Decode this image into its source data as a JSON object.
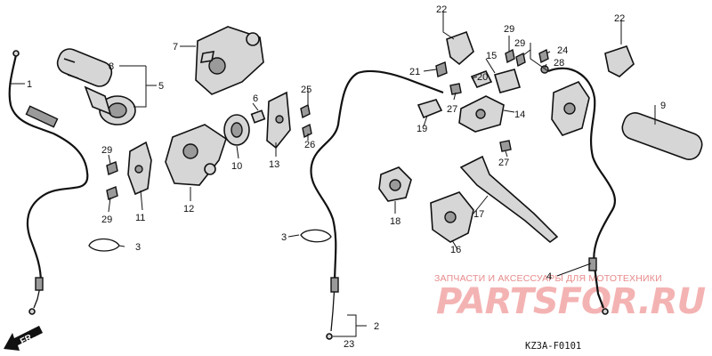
{
  "diagram": {
    "labels": {
      "p1": "1",
      "p2": "2",
      "p3a": "3",
      "p3b": "3",
      "p4": "4",
      "p5": "5",
      "p6": "6",
      "p7": "7",
      "p8": "8",
      "p9": "9",
      "p10": "10",
      "p11": "11",
      "p12": "12",
      "p13": "13",
      "p14": "14",
      "p15": "15",
      "p16": "16",
      "p17": "17",
      "p18": "18",
      "p19": "19",
      "p20": "20",
      "p21": "21",
      "p22a": "22",
      "p22b": "22",
      "p23": "23",
      "p24": "24",
      "p25": "25",
      "p26": "26",
      "p27a": "27",
      "p27b": "27",
      "p28": "28",
      "p29a": "29",
      "p29b": "29",
      "p29c": "29",
      "p29d": "29"
    },
    "watermark_caption": "ЗАПЧАСТИ И АКСЕССУАРЫ ДЛЯ МОТОТЕХНИКИ",
    "watermark_logo": "PARTSFOR.RU",
    "diagram_code": "KZ3A-F0101",
    "direction_label": "FR."
  }
}
